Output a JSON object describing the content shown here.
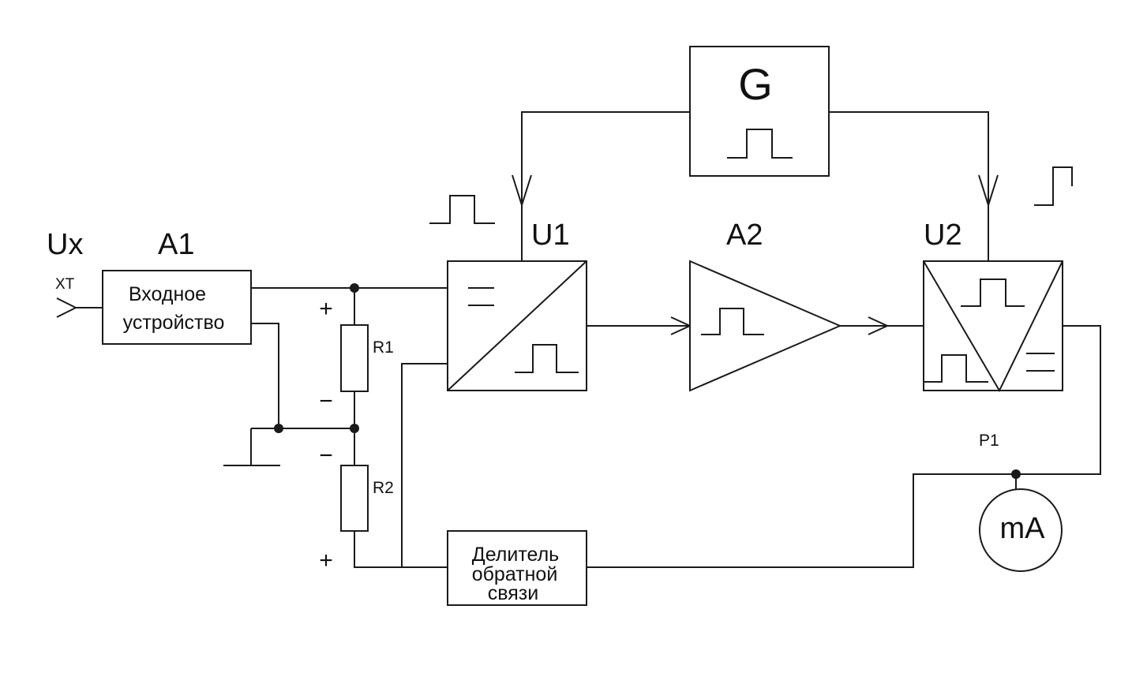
{
  "labels": {
    "ux": "Ux",
    "xt": "XT",
    "a1": "A1",
    "a1_text_line1": "Входное",
    "a1_text_line2": "устройство",
    "r1": "R1",
    "r2": "R2",
    "u1": "U1",
    "a2": "A2",
    "u2": "U2",
    "g": "G",
    "p1": "P1",
    "meter": "mA",
    "divider_line1": "Делитель",
    "divider_line2": "обратной",
    "divider_line3": "связи",
    "plus": "+",
    "minus": "−"
  }
}
